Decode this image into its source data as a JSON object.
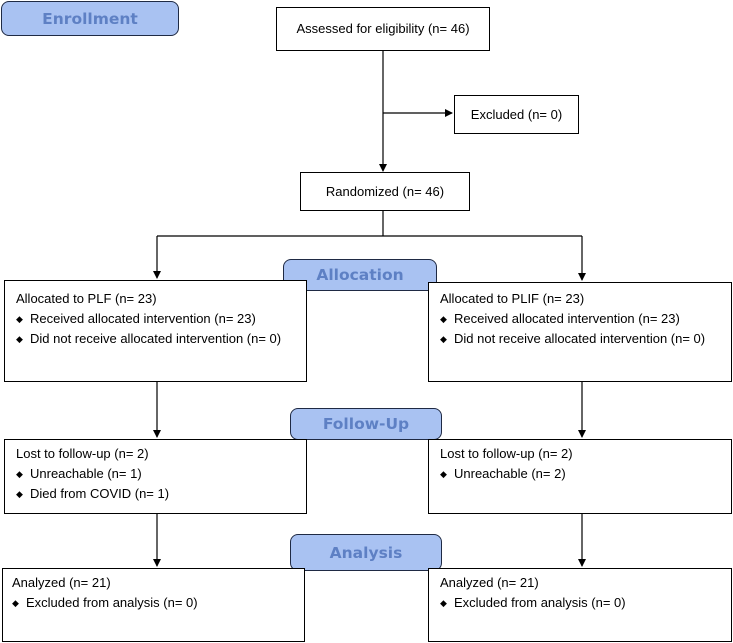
{
  "stages": {
    "enrollment": "Enrollment",
    "allocation": "Allocation",
    "follow_up": "Follow-Up",
    "analysis": "Analysis"
  },
  "assessed": "Assessed for eligibility (n= 46)",
  "excluded": "Excluded (n= 0)",
  "randomized": "Randomized (n= 46)",
  "bullet_glyph": "◆",
  "left": {
    "allocation": {
      "title": "Allocated to PLF (n= 23)",
      "items": [
        "Received allocated intervention (n= 23)",
        "Did not receive allocated intervention (n= 0)"
      ]
    },
    "follow_up": {
      "title": "Lost to follow-up (n= 2)",
      "items": [
        "Unreachable (n= 1)",
        "Died from COVID (n= 1)"
      ]
    },
    "analysis": {
      "title": "Analyzed (n= 21)",
      "items": [
        "Excluded from analysis (n= 0)"
      ]
    }
  },
  "right": {
    "allocation": {
      "title": "Allocated to PLIF (n= 23)",
      "items": [
        "Received allocated intervention (n= 23)",
        "Did not receive allocated intervention (n= 0)"
      ]
    },
    "follow_up": {
      "title": "Lost to follow-up (n= 2)",
      "items": [
        "Unreachable (n= 2)"
      ]
    },
    "analysis": {
      "title": "Analyzed (n= 21)",
      "items": [
        "Excluded from analysis (n= 0)"
      ]
    }
  }
}
